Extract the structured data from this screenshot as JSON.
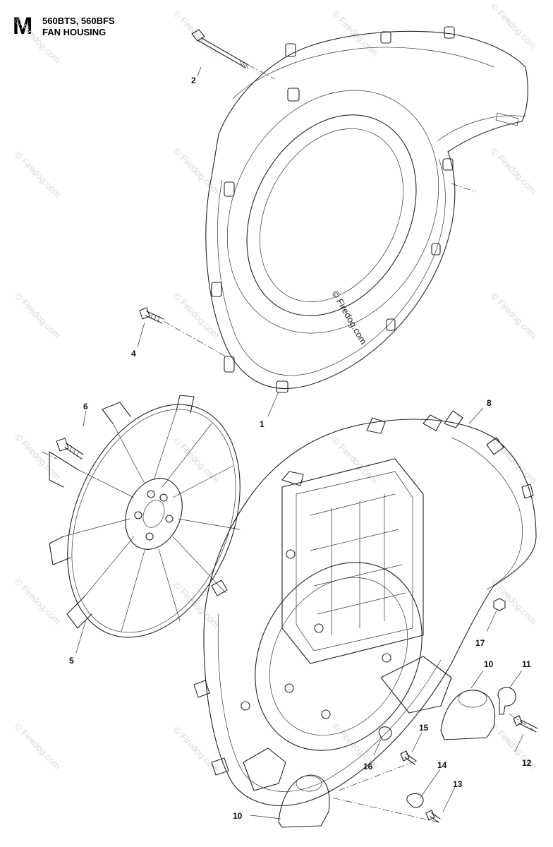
{
  "header": {
    "section_letter": "M",
    "model": "560BTS, 560BFS",
    "group": "FAN HOUSING"
  },
  "watermark": {
    "text": "© Firedog.com",
    "color": "#d8d8d8"
  },
  "callouts": [
    "1",
    "2",
    "4",
    "5",
    "6",
    "8",
    "10",
    "11",
    "12",
    "13",
    "14",
    "15",
    "16",
    "17",
    "10"
  ]
}
